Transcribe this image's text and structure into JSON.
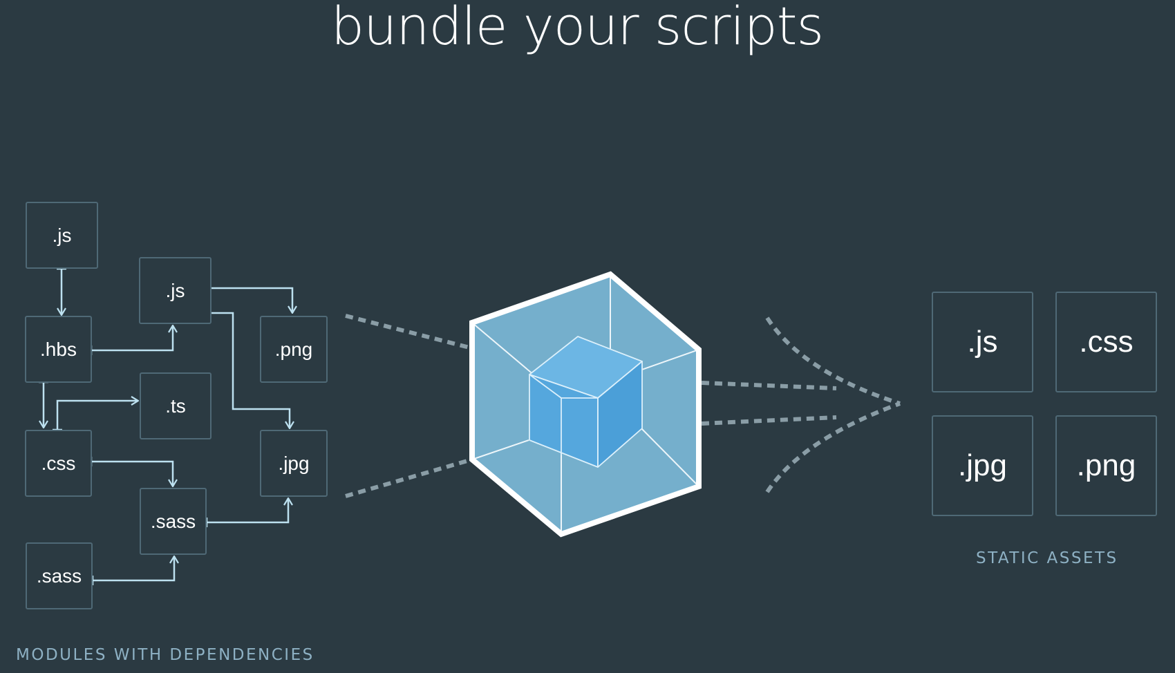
{
  "title": "bundle your scripts",
  "modules": {
    "caption": "MODULES WITH DEPENDENCIES",
    "items": [
      {
        "label": ".js"
      },
      {
        "label": ".js"
      },
      {
        "label": ".hbs"
      },
      {
        "label": ".png"
      },
      {
        "label": ".ts"
      },
      {
        "label": ".css"
      },
      {
        "label": ".jpg"
      },
      {
        "label": ".sass"
      },
      {
        "label": ".sass"
      }
    ]
  },
  "assets": {
    "caption": "STATIC ASSETS",
    "items": [
      {
        "label": ".js"
      },
      {
        "label": ".css"
      },
      {
        "label": ".jpg"
      },
      {
        "label": ".png"
      }
    ]
  },
  "colors": {
    "background": "#2b3a42",
    "box_border": "#4f6976",
    "arrow": "#bde1f0",
    "dots": "#8a9da6",
    "cube_outer": "#75afcc",
    "cube_inner": "#55a7dd",
    "caption": "#8eb1c4"
  },
  "icons": {
    "center": "webpack-cube-icon"
  }
}
